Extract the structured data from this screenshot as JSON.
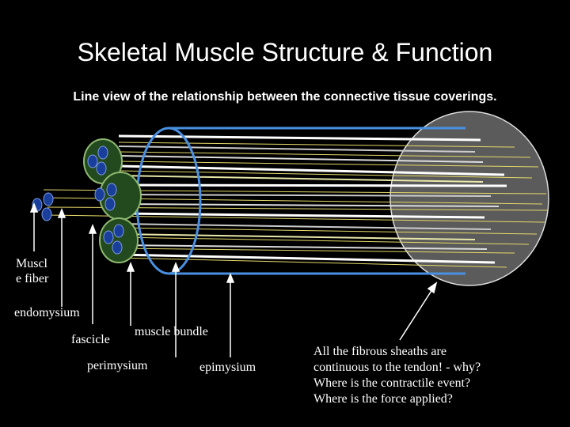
{
  "slide": {
    "title": "Skeletal Muscle Structure & Function",
    "subtitle": "Line view of the relationship between the connective tissue coverings."
  },
  "labels": {
    "muscle_fiber_line1": "Muscl",
    "muscle_fiber_line2": "e fiber",
    "endomysium": "endomysium",
    "fascicle": "fascicle",
    "muscle_bundle": "muscle bundle",
    "perimysium": "perimysium",
    "epimysium": "epimysium"
  },
  "note": {
    "lines": [
      "All the fibrous sheaths are",
      "continuous to the tendon!  - why?",
      "Where is the contractile event?",
      "Where is the force applied?"
    ]
  },
  "colors": {
    "background": "#000000",
    "epimysium": "#4a90e2",
    "perimysium": "#8fb870",
    "fascicle_fill": "#234a1e",
    "fiber_fill": "#1a3f9a",
    "tendon": "#5a5a5a"
  }
}
